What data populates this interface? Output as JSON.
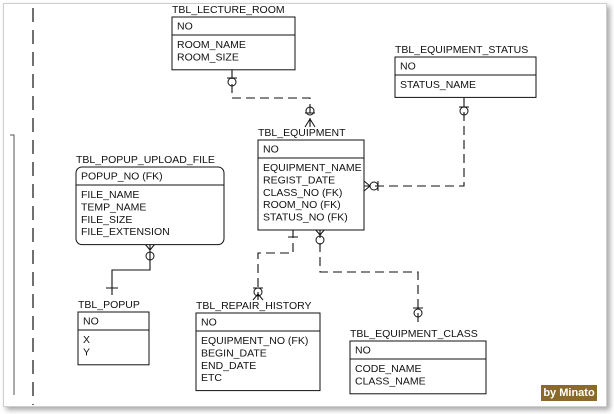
{
  "tables": [
    {
      "id": "lecture_room",
      "title": "TBL_LECTURE_ROOM",
      "title_color": "#7a7a7a",
      "pk": [
        "NO"
      ],
      "fields": [
        "ROOM_NAME",
        "ROOM_SIZE"
      ]
    },
    {
      "id": "equipment_status",
      "title": "TBL_EQUIPMENT_STATUS",
      "title_color": "#111111",
      "pk": [
        "NO"
      ],
      "fields": [
        "STATUS_NAME"
      ]
    },
    {
      "id": "equipment",
      "title": "TBL_EQUIPMENT",
      "title_color": "#111111",
      "pk": [
        "NO"
      ],
      "fields": [
        "EQUIPMENT_NAME",
        "REGIST_DATE",
        "CLASS_NO (FK)",
        "ROOM_NO (FK)",
        "STATUS_NO (FK)"
      ]
    },
    {
      "id": "popup_upload_file",
      "title": "TBL_POPUP_UPLOAD_FILE",
      "title_color": "#111111",
      "pk": [
        "POPUP_NO (FK)"
      ],
      "fields": [
        "FILE_NAME",
        "TEMP_NAME",
        "FILE_SIZE",
        "FILE_EXTENSION"
      ]
    },
    {
      "id": "popup",
      "title": "TBL_POPUP",
      "title_color": "#111111",
      "pk": [
        "NO"
      ],
      "fields": [
        "X",
        "Y"
      ]
    },
    {
      "id": "repair_history",
      "title": "TBL_REPAIR_HISTORY",
      "title_color": "#111111",
      "pk": [
        "NO"
      ],
      "fields": [
        "EQUIPMENT_NO (FK)",
        "BEGIN_DATE",
        "END_DATE",
        "ETC"
      ]
    },
    {
      "id": "equipment_class",
      "title": "TBL_EQUIPMENT_CLASS",
      "title_color": "#111111",
      "pk": [
        "NO"
      ],
      "fields": [
        "CODE_NAME",
        "CLASS_NAME"
      ]
    }
  ],
  "watermark": "by Minato",
  "watermark_color": "#8a6a2a"
}
